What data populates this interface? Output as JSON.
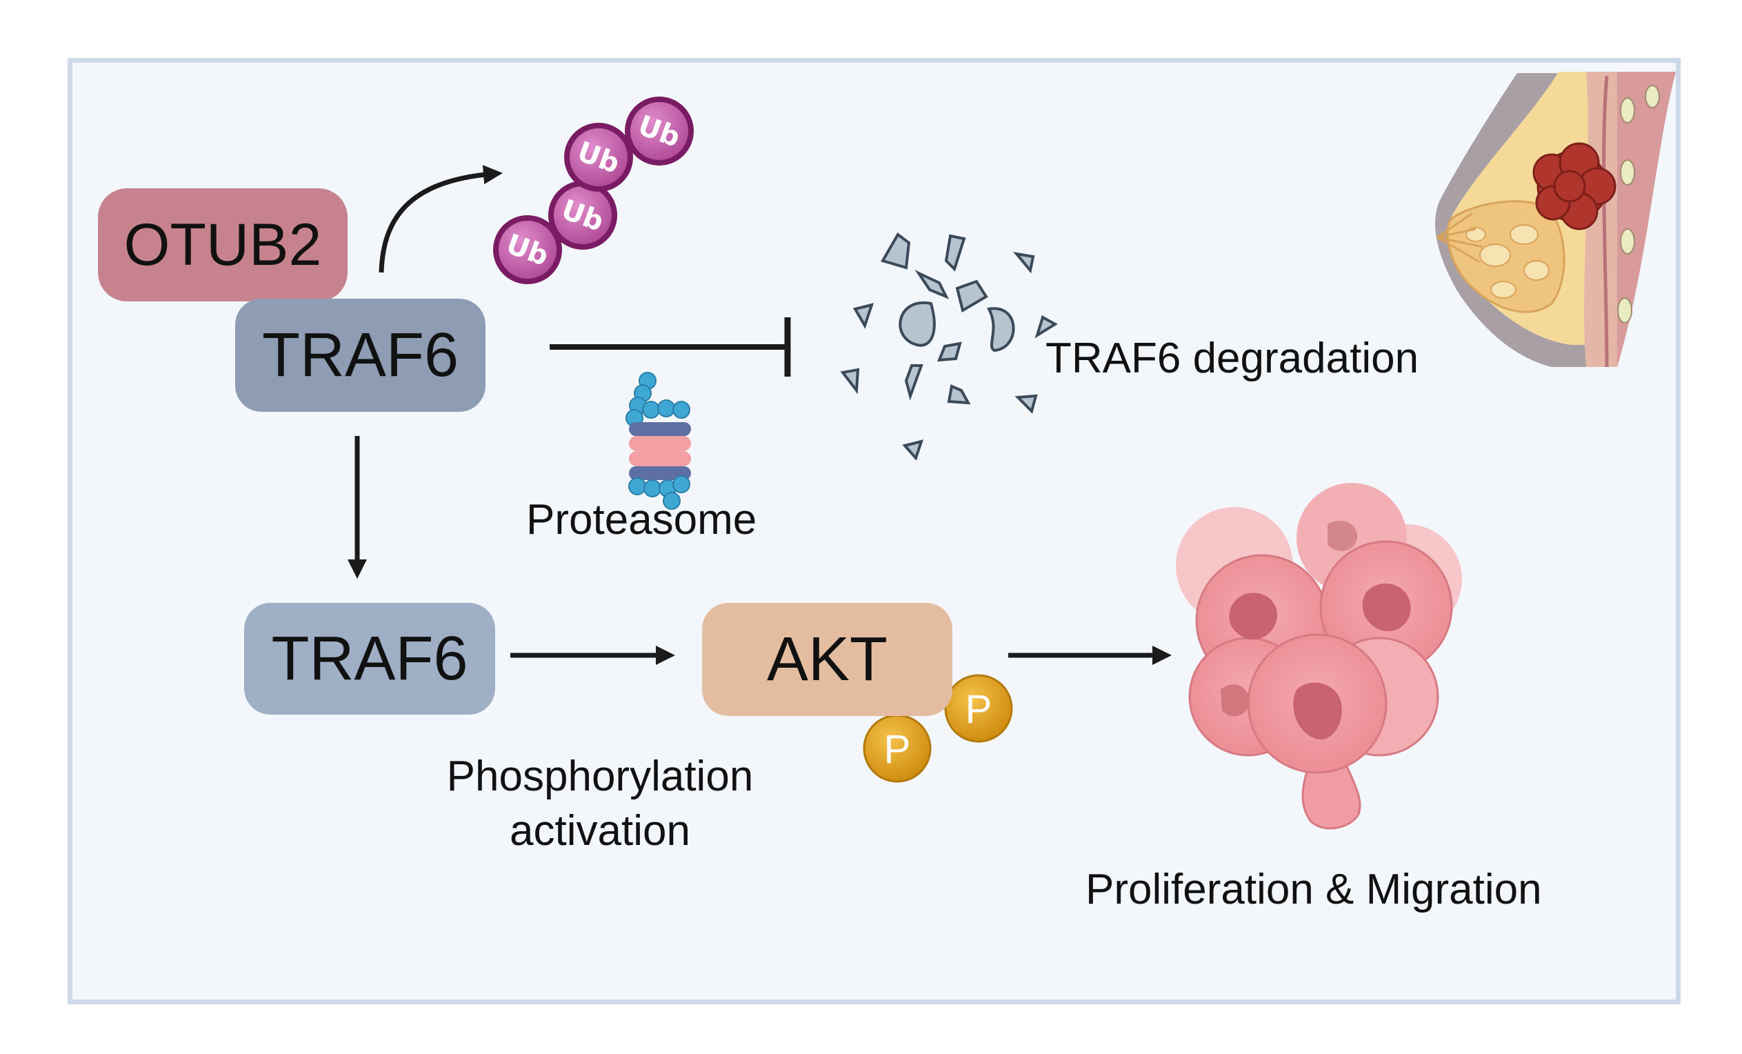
{
  "nodes": {
    "otub2": "OTUB2",
    "traf6_top": "TRAF6",
    "traf6_bottom": "TRAF6",
    "akt": "AKT"
  },
  "labels": {
    "proteasome": "Proteasome",
    "degradation": "TRAF6 degradation",
    "phosphorylation_line1": "Phosphorylation",
    "phosphorylation_line2": "activation",
    "outcome": "Proliferation & Migration"
  },
  "ubiquitin": [
    "Ub",
    "Ub",
    "Ub",
    "Ub"
  ],
  "phospho": [
    "P",
    "P"
  ],
  "icons": [
    "ubiquitin-chain-icon",
    "proteasome-icon",
    "protein-fragments-icon",
    "breast-tumor-icon",
    "cancer-cell-cluster-icon",
    "phosphate-icon"
  ],
  "colors": {
    "otub2": "#c7838d",
    "traf6": "#8e9db3",
    "akt": "#e4bda0",
    "ubiquitin": "#c25aa8",
    "phosphate": "#e0a21c",
    "cancer_cells": "#ef9da3",
    "frame": "#cdd8e8",
    "background": "#f3f7fb"
  }
}
